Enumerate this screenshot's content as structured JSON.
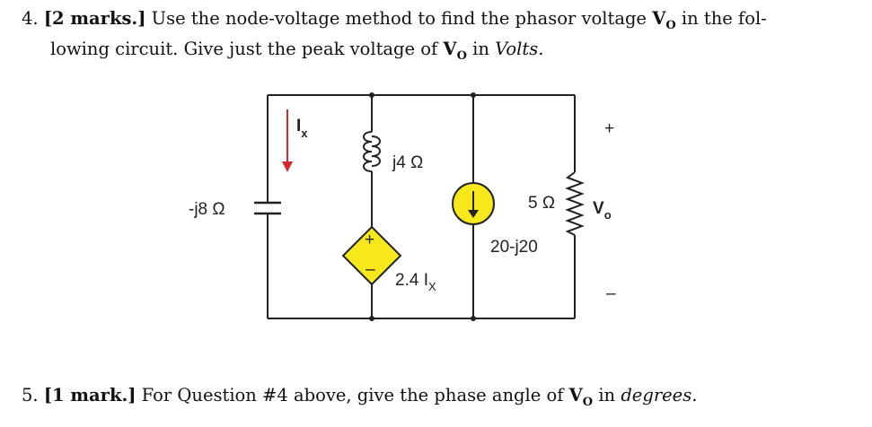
{
  "q4": {
    "number": "4.",
    "marks": "[2 marks.]",
    "text_a": "Use the node-voltage method to find the phasor voltage",
    "vo_symbol": "V",
    "vo_sub": "O",
    "text_b": "in the fol-",
    "text_c": "lowing circuit. Give just the peak voltage of",
    "text_d": "in",
    "unit": "Volts."
  },
  "circuit": {
    "ix_label": "I",
    "ix_sub": "x",
    "inductor_label": "j4 Ω",
    "capacitor_label": "-j8 Ω",
    "dep_source_label": "2.4 I",
    "dep_source_sub": "X",
    "current_source_label": "20-j20",
    "resistor_label": "5 Ω",
    "vo_label": "V",
    "vo_sub": "o",
    "plus": "+",
    "minus": "–",
    "dep_plus": "+",
    "dep_minus": "–",
    "source_color": "#F7E81C",
    "arrow_color": "#D9262C"
  },
  "q5": {
    "number": "5.",
    "marks": "[1 mark.]",
    "text_a": "For Question #4 above, give the phase angle of",
    "vo_symbol": "V",
    "vo_sub": "O",
    "text_b": "in",
    "unit": "degrees."
  }
}
